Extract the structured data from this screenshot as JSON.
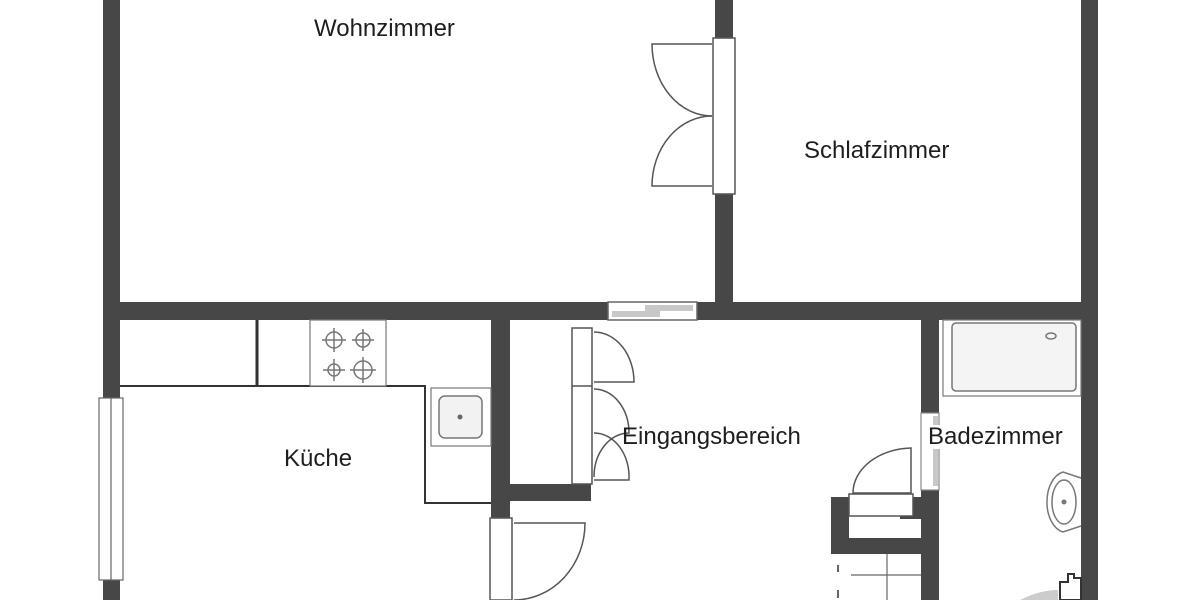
{
  "floorplan": {
    "rooms": [
      {
        "id": "wohnzimmer",
        "label": "Wohnzimmer"
      },
      {
        "id": "schlafzimmer",
        "label": "Schlafzimmer"
      },
      {
        "id": "kueche",
        "label": "Küche"
      },
      {
        "id": "eingangsbereich",
        "label": "Eingangsbereich"
      },
      {
        "id": "badezimmer",
        "label": "Badezimmer"
      }
    ],
    "colors": {
      "wall": "#474747",
      "line": "#555555",
      "fixture_fill": "#f2f2f2",
      "window_grey": "#c8c8c8",
      "background": "#ffffff"
    }
  }
}
